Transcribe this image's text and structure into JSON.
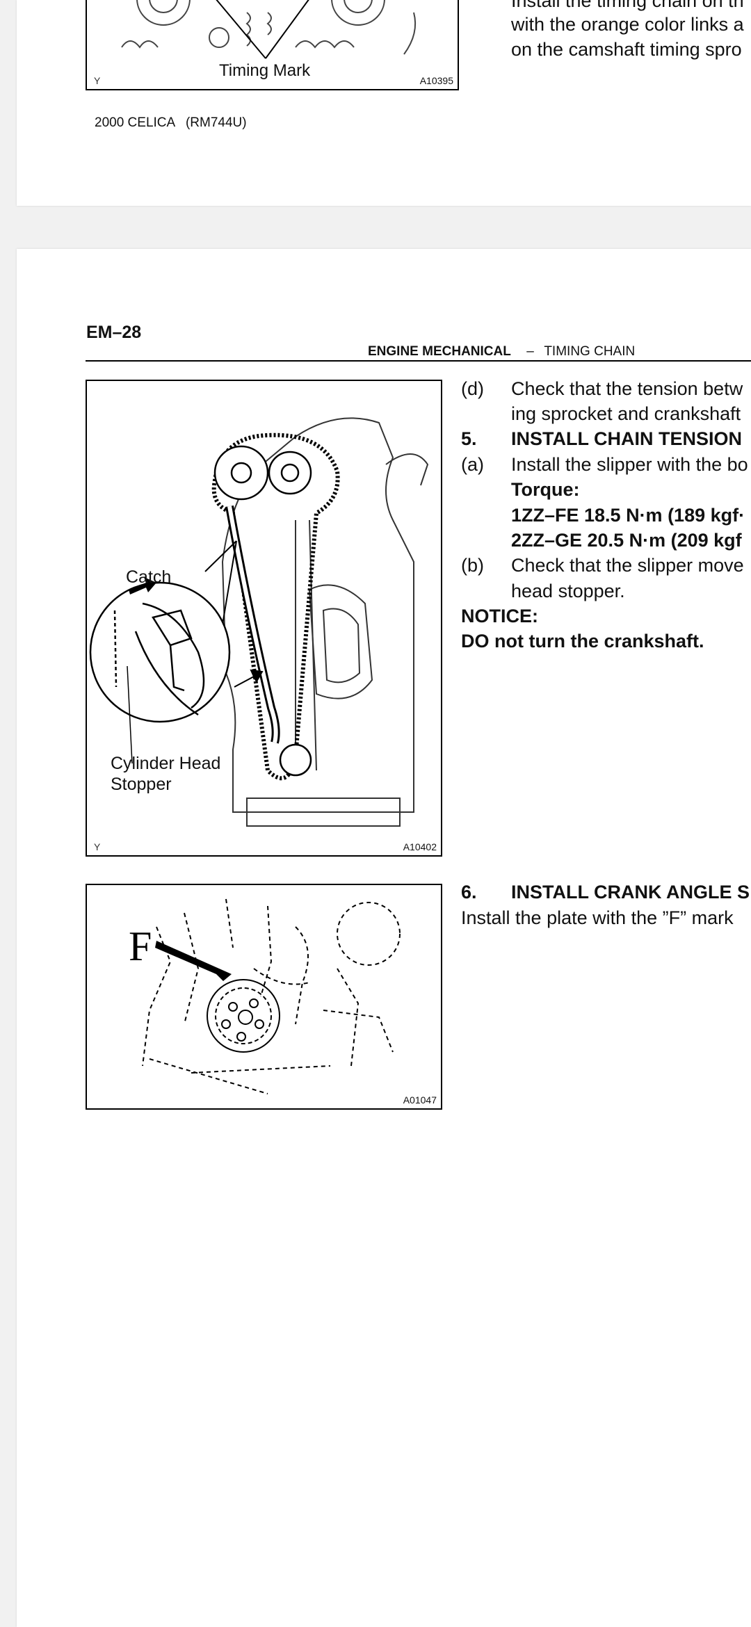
{
  "page1": {
    "figure": {
      "label": "Timing Mark",
      "code": "A10395",
      "corner": "Y"
    },
    "text_lines": [
      "Install the timing chain on th",
      "with the orange color links a",
      "on the camshaft timing spro"
    ],
    "footer": "2000 CELICA   (RM744U)"
  },
  "page2": {
    "header": {
      "code": "EM–28",
      "section": "ENGINE MECHANICAL",
      "dash": "–",
      "subsection": "TIMING CHAIN"
    },
    "figure1": {
      "catch_label": "Catch",
      "stopper_label_line1": "Cylinder Head",
      "stopper_label_line2": "Stopper",
      "code": "A10402",
      "corner": "Y"
    },
    "figure2": {
      "letter": "F",
      "code": "A01047"
    },
    "steps": {
      "d_marker": "(d)",
      "d_line1": "Check that the tension betw",
      "d_line2": "ing sprocket and crankshaft",
      "s5_num": "5.",
      "s5_title": "INSTALL CHAIN TENSION",
      "a_marker": "(a)",
      "a_text": "Install the slipper with the bo",
      "torque_label": "Torque:",
      "torque_1": "1ZZ–FE 18.5 N·m (189 kgf·",
      "torque_2": "2ZZ–GE 20.5 N·m (209 kgf",
      "b_marker": "(b)",
      "b_line1": "Check that the slipper move",
      "b_line2": "head stopper.",
      "notice_label": "NOTICE:",
      "notice_text": "DO not turn the crankshaft.",
      "s6_num": "6.",
      "s6_title": "INSTALL CRANK ANGLE S",
      "s6_text": "Install the plate with the ”F” mark"
    }
  }
}
